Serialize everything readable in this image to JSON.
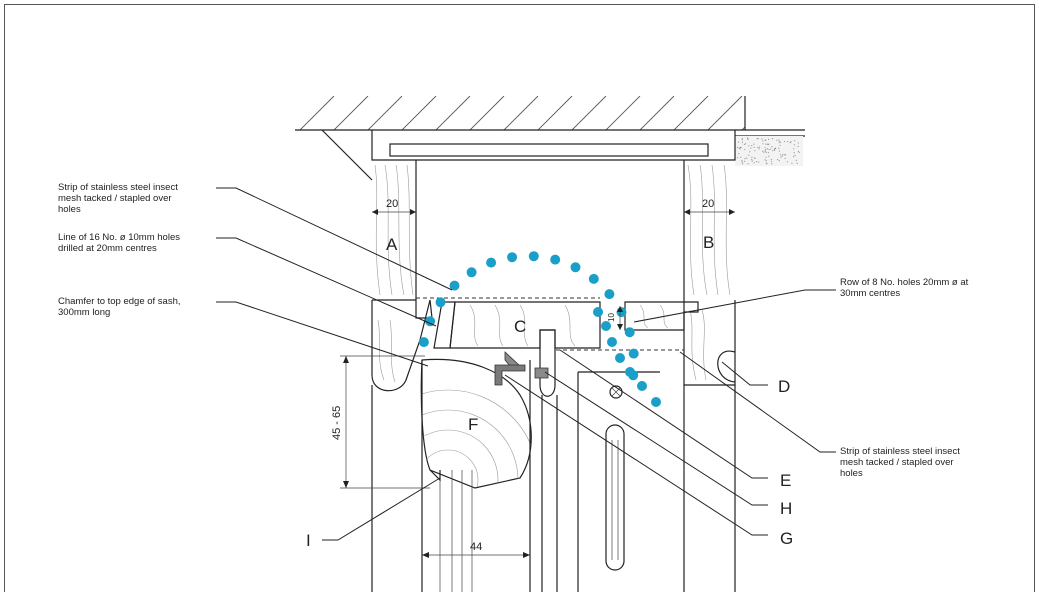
{
  "colors": {
    "hole_dots": "#1aa0c8",
    "metal": "#8a8a8a",
    "line": "#222222"
  },
  "annotations": {
    "mesh_top": [
      "Strip of stainless steel insect",
      "mesh tacked / stapled over",
      "holes"
    ],
    "holes_line": [
      "Line of 16 No. ø 10mm holes",
      "drilled at 20mm centres"
    ],
    "chamfer": [
      "Chamfer to top edge of sash,",
      "300mm long"
    ],
    "row_holes": [
      "Row of 8 No. holes 20mm ø at",
      "30mm centres"
    ],
    "mesh_bottom": [
      "Strip of stainless steel insect",
      "mesh tacked / stapled over",
      "holes"
    ]
  },
  "labels": {
    "A": "A",
    "B": "B",
    "C": "C",
    "D": "D",
    "E": "E",
    "F": "F",
    "G": "G",
    "H": "H",
    "I": "I"
  },
  "dimensions": {
    "left_20": "20",
    "right_20": "20",
    "height": "45 - 65",
    "width_44": "44",
    "small_10": "10"
  }
}
